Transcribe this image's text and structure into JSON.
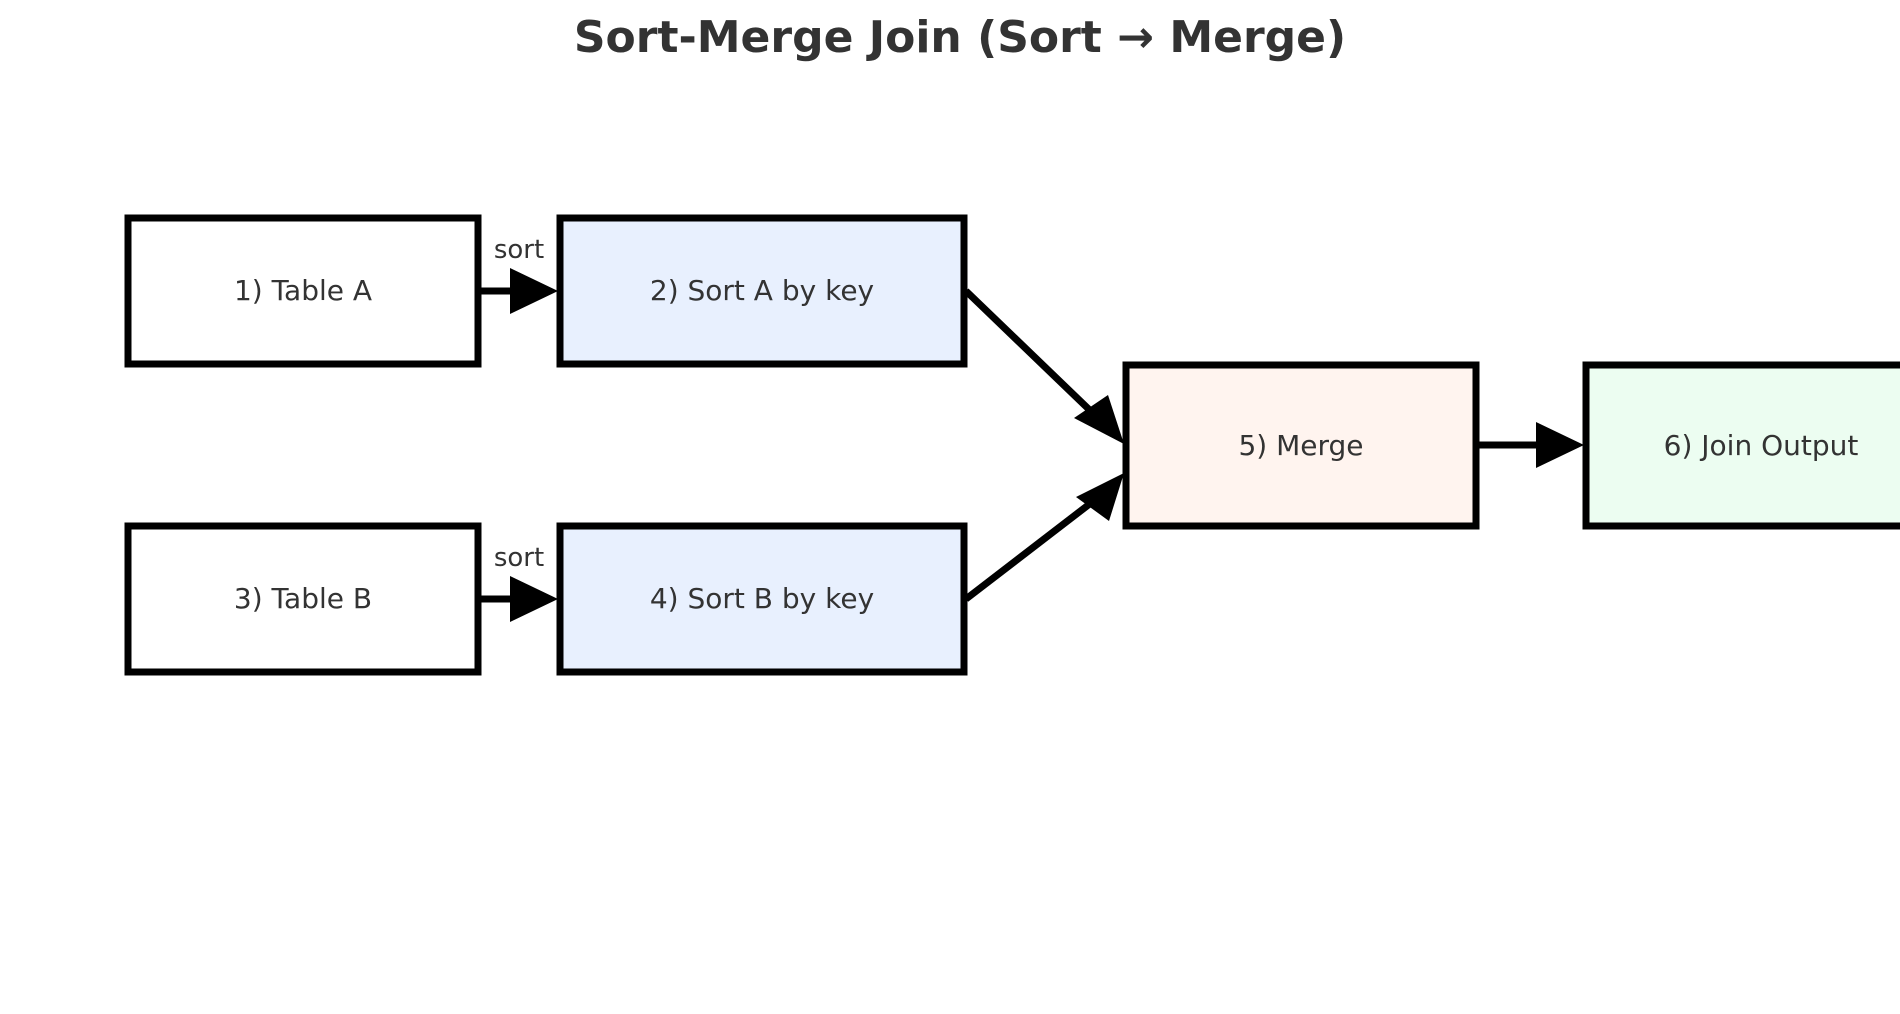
{
  "title": "Sort-Merge Join (Sort → Merge)",
  "nodes": [
    {
      "id": "table-a",
      "label": "1) Table A",
      "fill": "#ffffff"
    },
    {
      "id": "sort-a",
      "label": "2) Sort A by key",
      "fill": "#e8f0fe"
    },
    {
      "id": "table-b",
      "label": "3) Table B",
      "fill": "#ffffff"
    },
    {
      "id": "sort-b",
      "label": "4) Sort B by key",
      "fill": "#e8f0fe"
    },
    {
      "id": "merge",
      "label": "5) Merge",
      "fill": "#fff4ef"
    },
    {
      "id": "join-output",
      "label": "6) Join Output",
      "fill": "#ecfdf1"
    }
  ],
  "edges": [
    {
      "from": "table-a",
      "to": "sort-a",
      "label": "sort"
    },
    {
      "from": "table-b",
      "to": "sort-b",
      "label": "sort"
    },
    {
      "from": "sort-a",
      "to": "merge",
      "label": ""
    },
    {
      "from": "sort-b",
      "to": "merge",
      "label": ""
    },
    {
      "from": "merge",
      "to": "join-output",
      "label": ""
    }
  ],
  "colors": {
    "stroke": "#000000",
    "text": "#333333",
    "background": "#ffffff"
  }
}
